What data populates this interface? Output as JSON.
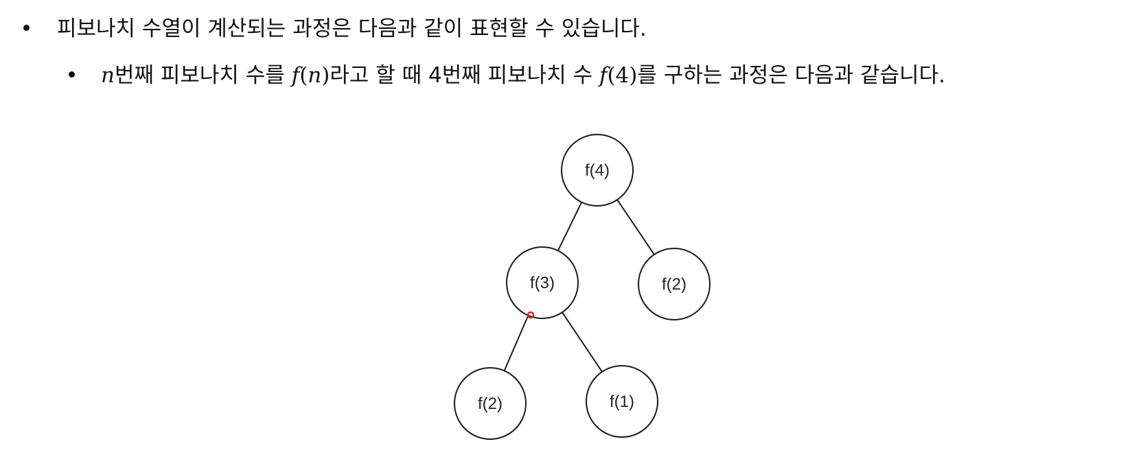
{
  "bullets": [
    {
      "text": "피보나치 수열이 계산되는 과정은 다음과 같이 표현할 수 있습니다."
    },
    {
      "n_var": "n",
      "part1": "번째 피보나치 수를 ",
      "fn_f": "f",
      "fn_open": "(",
      "fn_arg": "n",
      "fn_close": ")",
      "part2": "라고 할 때 4번째 피보나치 수 ",
      "f4_f": "f",
      "f4_open": "(",
      "f4_arg": "4",
      "f4_close": ")",
      "part3": "를 구하는 과정은 다음과 같습니다."
    }
  ],
  "tree": {
    "nodes": [
      {
        "id": "f4",
        "label": "f(4)"
      },
      {
        "id": "f3",
        "label": "f(3)"
      },
      {
        "id": "f2_right",
        "label": "f(2)"
      },
      {
        "id": "f2_left",
        "label": "f(2)"
      },
      {
        "id": "f1",
        "label": "f(1)"
      }
    ],
    "edges": [
      {
        "from": "f4",
        "to": "f3"
      },
      {
        "from": "f4",
        "to": "f2_right"
      },
      {
        "from": "f3",
        "to": "f2_left"
      },
      {
        "from": "f3",
        "to": "f1"
      }
    ],
    "colors": {
      "stroke": "#1a1a1a",
      "cursor_dot": "#e02020"
    }
  }
}
